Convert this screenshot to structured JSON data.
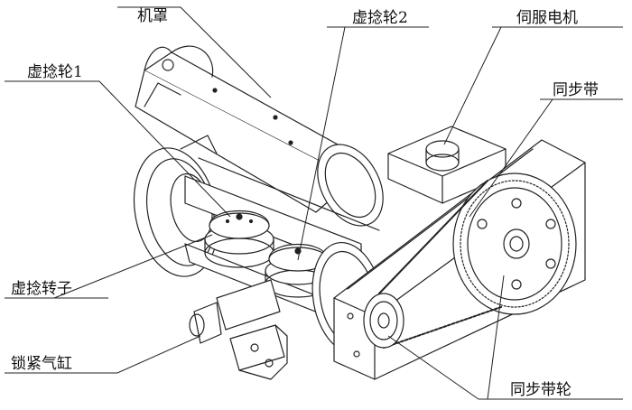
{
  "labels": {
    "cover": "机罩",
    "virtual_twist_wheel_2": "虚捻轮2",
    "servo_motor": "伺服电机",
    "virtual_twist_wheel_1": "虚捻轮1",
    "timing_belt": "同步带",
    "virtual_twist_rotor": "虚捻转子",
    "locking_cylinder": "锁紧气缸",
    "timing_pulley": "同步带轮"
  }
}
